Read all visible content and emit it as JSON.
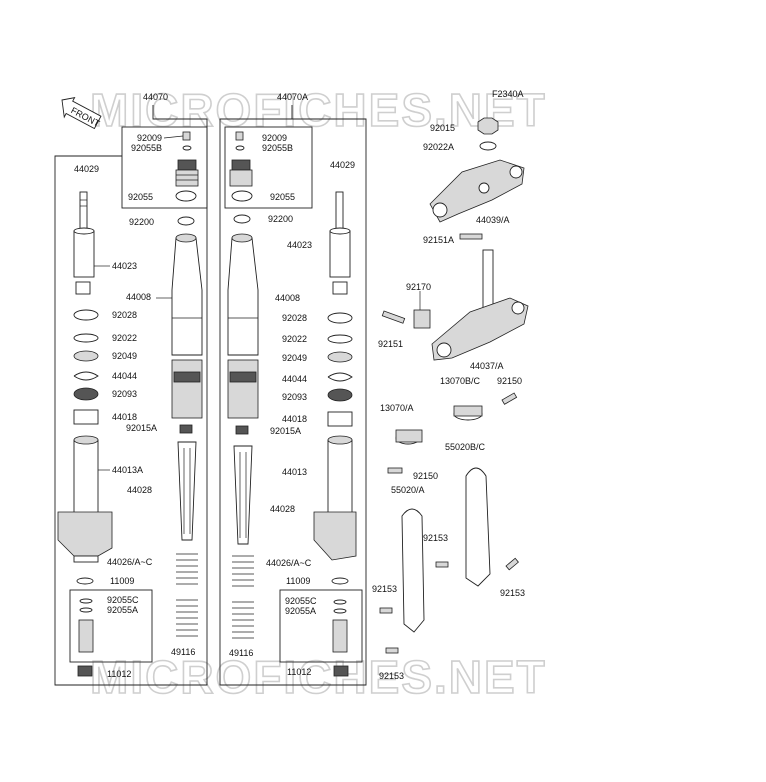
{
  "watermark": "MICROFICHES.NET",
  "figure_code": "F2340A",
  "front_label": "FRONT",
  "assembly": {
    "left": "44070",
    "right": "44070A"
  },
  "labels": {
    "p92009_l": "92009",
    "p92055b_l": "92055B",
    "p92055_l": "92055",
    "p44029_l": "44029",
    "p92200_l": "92200",
    "p44023_l": "44023",
    "p44008_l": "44008",
    "p92028_l": "92028",
    "p92022_l": "92022",
    "p92049_l": "92049",
    "p44044_l": "44044",
    "p92093_l": "92093",
    "p44018_l": "44018",
    "p92015a_l": "92015A",
    "p44013a_l": "44013A",
    "p44028_l": "44028",
    "p44026_l": "44026/A~C",
    "p11009_l": "11009",
    "p92055c_l": "92055C",
    "p92055a_l": "92055A",
    "p49116_l": "49116",
    "p11012_l": "11012",
    "p92009_r": "92009",
    "p92055b_r": "92055B",
    "p44029_r": "44029",
    "p92055_r": "92055",
    "p92200_r": "92200",
    "p44023_r": "44023",
    "p44008_r": "44008",
    "p92028_r": "92028",
    "p92022_r": "92022",
    "p92049_r": "92049",
    "p44044_r": "44044",
    "p92093_r": "92093",
    "p44018_r": "44018",
    "p92015a_r": "92015A",
    "p44013_r": "44013",
    "p44028_r": "44028",
    "p44026_r": "44026/A~C",
    "p11009_r": "11009",
    "p92055c_r": "92055C",
    "p92055a_r": "92055A",
    "p49116_r": "49116",
    "p11012_r": "11012",
    "p92015": "92015",
    "p92022a": "92022A",
    "p44039": "44039/A",
    "p92151a": "92151A",
    "p92170": "92170",
    "p92151": "92151",
    "p44037": "44037/A",
    "p13070bc": "13070B/C",
    "p92150a": "92150",
    "p13070a": "13070/A",
    "p92150b": "92150",
    "p55020bc": "55020B/C",
    "p55020a": "55020/A",
    "p92153a": "92153",
    "p92153b": "92153",
    "p92153c": "92153",
    "p92153d": "92153"
  }
}
